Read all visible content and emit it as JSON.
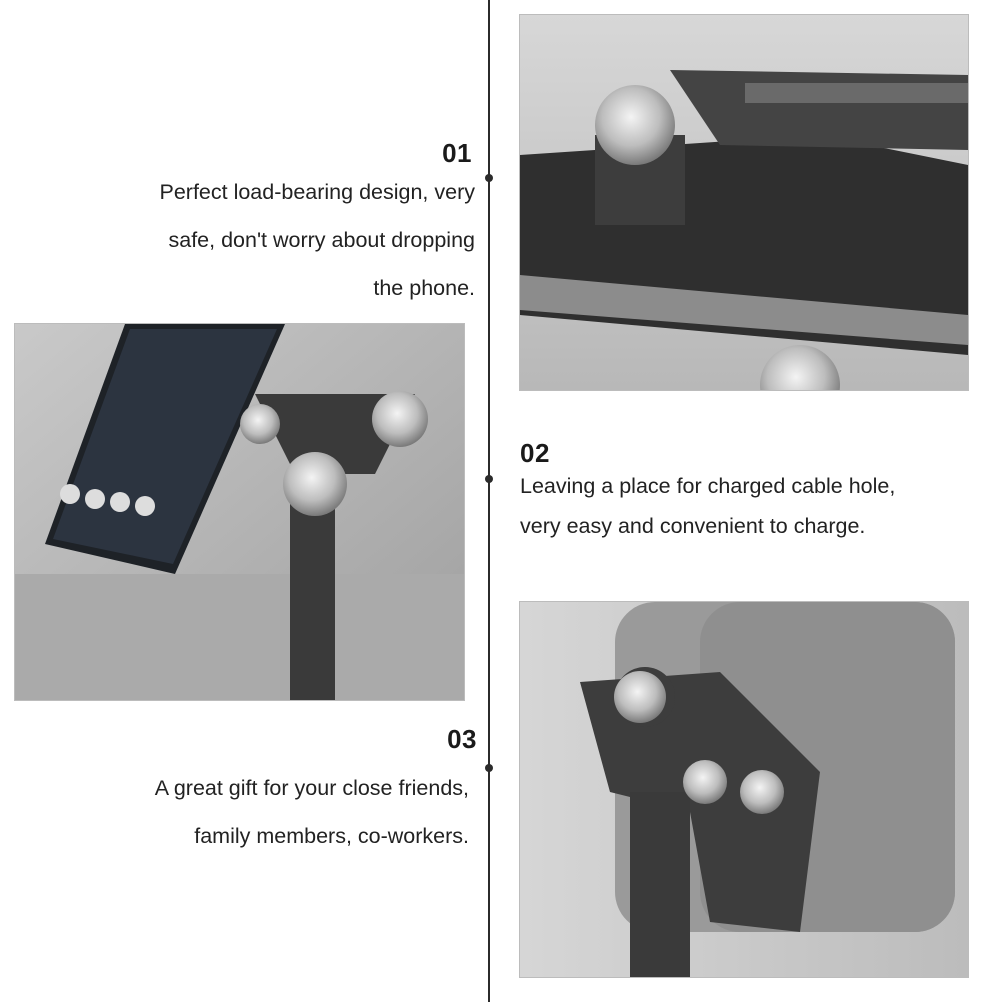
{
  "features": [
    {
      "number": "01",
      "lines": [
        "Perfect load-bearing design, very",
        "safe, don't worry about dropping",
        "the phone."
      ]
    },
    {
      "number": "02",
      "lines": [
        "Leaving a place for charged cable hole,",
        "very easy and convenient to charge."
      ]
    },
    {
      "number": "03",
      "lines": [
        "A great gift for your close friends,",
        "family members, co-workers."
      ]
    }
  ],
  "images": [
    {
      "name": "hinge-closeup-photo"
    },
    {
      "name": "phone-on-stand-photo"
    },
    {
      "name": "stand-back-view-photo"
    }
  ],
  "colors": {
    "timeline": "#2b2b2b",
    "photo_bg": "#bfbfbf",
    "stand": "#3a3a3a"
  }
}
